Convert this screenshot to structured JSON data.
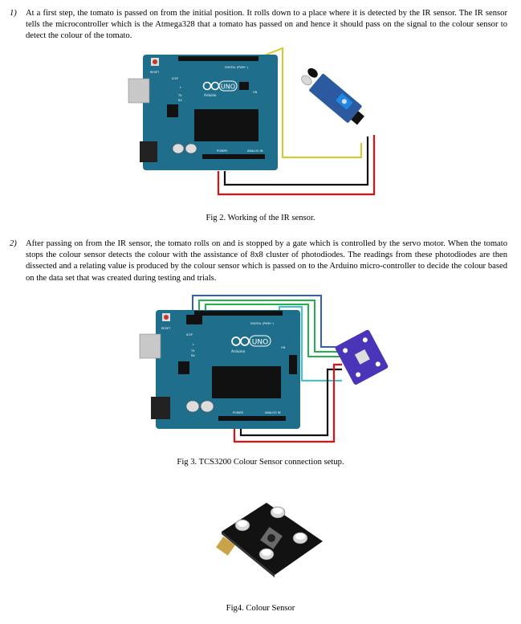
{
  "section1": {
    "number": "1)",
    "text": "At a first step, the tomato is passed on from the initial position. It rolls down to a place where it is detected by the IR sensor. The IR sensor tells the microcontroller which is the Atmega328 that a tomato has passed on and hence it should pass on the signal to the colour sensor to detect the colour of the tomato."
  },
  "figure2": {
    "caption": "Fig 2. Working of the IR sensor.",
    "board_logo": "UNO",
    "board_brand": "Arduino",
    "board_labels": {
      "reset": "RESET",
      "icsp": "ICSP",
      "digital": "DIGITAL (PWM~)",
      "power": "POWER",
      "analog": "ANALOG IN",
      "tx": "TX",
      "rx": "RX",
      "on": "ON",
      "l": "L"
    }
  },
  "section2": {
    "number": "2)",
    "text": "After passing on from the IR sensor, the tomato rolls on and is stopped by a gate which is controlled by the servo motor. When the tomato stops the colour sensor detects the colour with the assistance of 8x8 cluster of photodiodes. The readings from these photodiodes are then dissected and a relating value is produced by the colour sensor which is passed on to the Arduino micro-controller to decide the colour based on the data set that was created during testing and trials."
  },
  "figure3": {
    "caption": "Fig 3. TCS3200 Colour Sensor connection setup.",
    "board_logo": "UNO",
    "board_brand": "Arduino",
    "board_labels": {
      "reset": "RESET",
      "icsp": "ICSP",
      "digital": "DIGITAL (PWM~)",
      "power": "POWER",
      "analog": "ANALOG IN",
      "tx": "TX",
      "rx": "RX",
      "on": "ON",
      "l": "L"
    }
  },
  "figure4": {
    "caption": "Fig4. Colour Sensor"
  },
  "colors": {
    "board_blue": "#1f6f8c",
    "wire_red": "#e01010",
    "wire_black": "#111111",
    "wire_yellow": "#d2cc2a",
    "wire_green": "#22b14c",
    "wire_blue": "#2f5fbf",
    "wire_cyan": "#35c6d8",
    "sensor_purple": "#4a35b8"
  }
}
